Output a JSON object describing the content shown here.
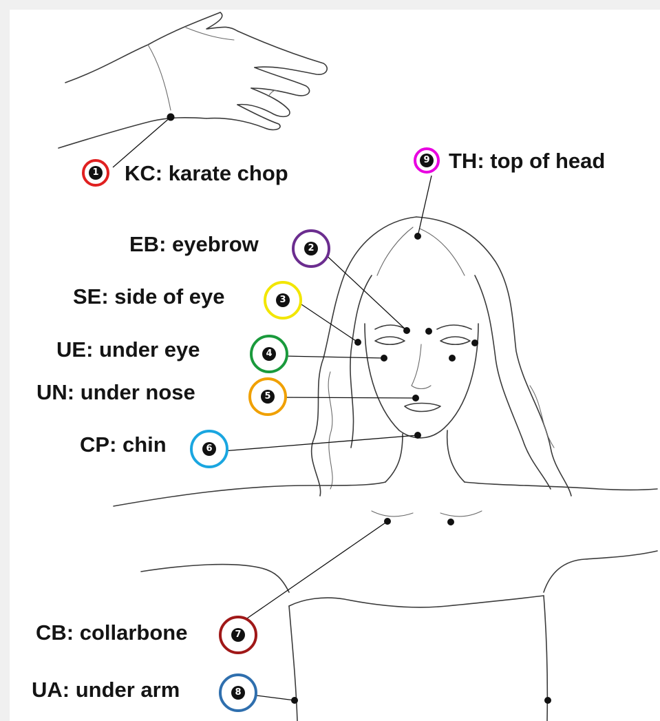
{
  "points": [
    {
      "number": "1",
      "label": "KC: karate chop",
      "color": "#e02020"
    },
    {
      "number": "2",
      "label": "EB: eyebrow",
      "color": "#6b2d8f"
    },
    {
      "number": "3",
      "label": "SE: side of eye",
      "color": "#f2e600"
    },
    {
      "number": "4",
      "label": "UE: under eye",
      "color": "#1a9a3c"
    },
    {
      "number": "5",
      "label": "UN: under nose",
      "color": "#f0a000"
    },
    {
      "number": "6",
      "label": "CP: chin",
      "color": "#1aa6e0"
    },
    {
      "number": "7",
      "label": "CB: collarbone",
      "color": "#a01818"
    },
    {
      "number": "8",
      "label": "UA: under arm",
      "color": "#2f6fae"
    },
    {
      "number": "9",
      "label": "TH: top of head",
      "color": "#e800e0"
    }
  ]
}
